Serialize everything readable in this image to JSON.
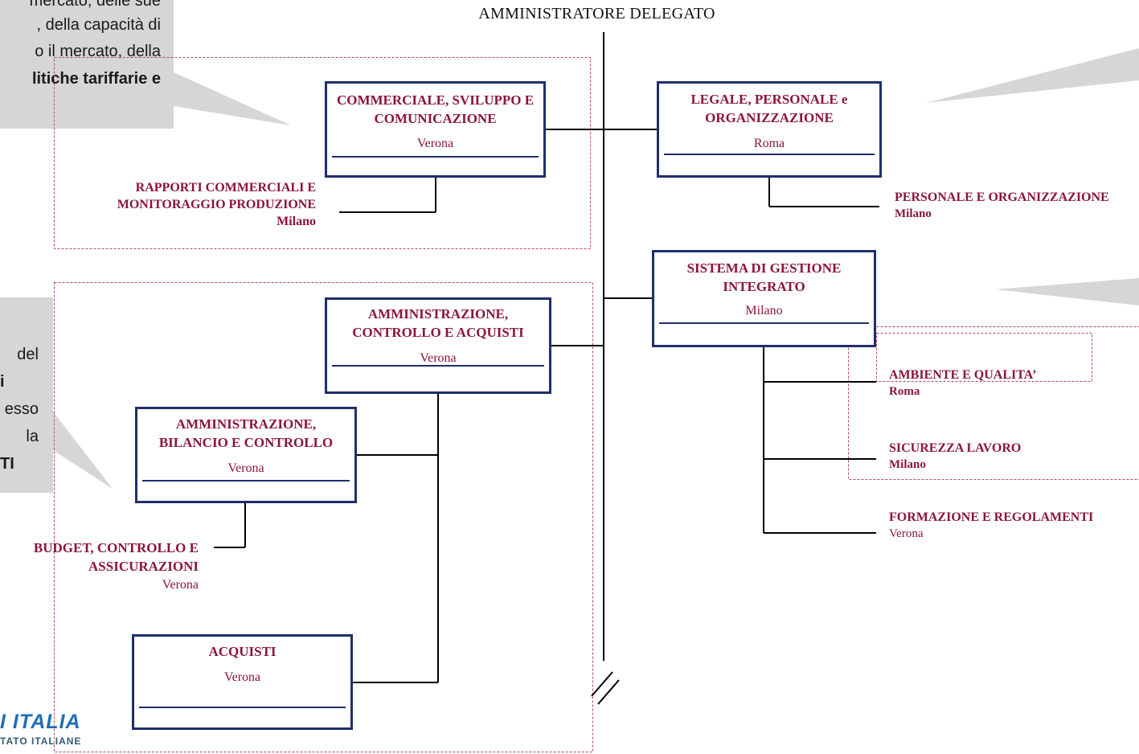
{
  "top_title": "AMMINISTRATORE DELEGATO",
  "callout_top_lines": [
    "mercato, delle sue",
    ", della capacità di",
    "o il mercato, della",
    "litiche tariffarie e"
  ],
  "callout_left_lines": [
    "del",
    "i",
    "esso",
    "la",
    "TI"
  ],
  "boxes": {
    "commerciale": {
      "title": [
        "COMMERCIALE, SVILUPPO E",
        "COMUNICAZIONE"
      ],
      "city": "Verona"
    },
    "legale": {
      "title": [
        "LEGALE, PERSONALE e",
        "ORGANIZZAZIONE"
      ],
      "city": "Roma"
    },
    "sistema": {
      "title": [
        "SISTEMA DI GESTIONE",
        "INTEGRATO"
      ],
      "city": "Milano"
    },
    "amm_acq": {
      "title": [
        "AMMINISTRAZIONE,",
        "CONTROLLO E ACQUISTI"
      ],
      "city": "Verona"
    },
    "amm_bil": {
      "title": [
        "AMMINISTRAZIONE,",
        "BILANCIO E CONTROLLO"
      ],
      "city": "Verona"
    },
    "acquisti": {
      "title": [
        "ACQUISTI"
      ],
      "city": "Verona"
    }
  },
  "labels": {
    "rapporti": {
      "lines": [
        "RAPPORTI COMMERCIALI E",
        "MONITORAGGIO PRODUZIONE"
      ],
      "city": "Milano"
    },
    "personale": {
      "lines": [
        "PERSONALE E ORGANIZZAZIONE"
      ],
      "city": "Milano"
    },
    "ambiente": {
      "lines": [
        "AMBIENTE E QUALITA’"
      ],
      "city": "Roma"
    },
    "sicurezza": {
      "lines": [
        "SICUREZZA LAVORO"
      ],
      "city": "Milano"
    },
    "formazione": {
      "lines": [
        "FORMAZIONE E REGOLAMENTI"
      ],
      "city": "Verona"
    },
    "budget": {
      "lines": [
        "BUDGET, CONTROLLO E",
        "ASSICURAZIONI"
      ],
      "city": "Verona"
    }
  },
  "logo": {
    "line1": "I ITALIA",
    "line2": "TATO ITALIANE"
  },
  "colors": {
    "title_red": "#8b1538",
    "box_border": "#1f2f6b",
    "callout_grey": "#d6d6d6",
    "dash_red": "#b5485a"
  }
}
